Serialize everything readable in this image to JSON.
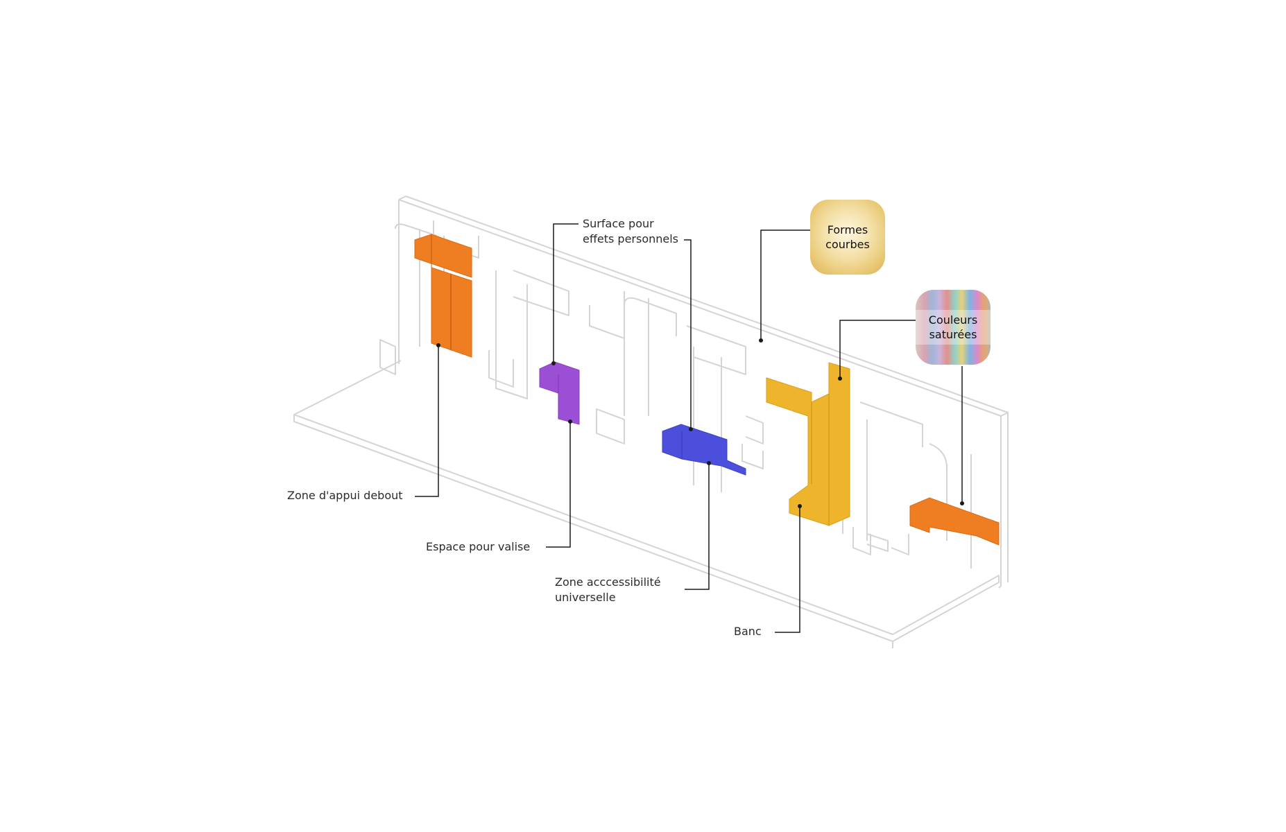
{
  "labels": {
    "zone_appui": "Zone d'appui debout",
    "espace_valise": "Espace pour valise",
    "surface_effets": [
      "Surface pour",
      "effets personnels"
    ],
    "zone_access": [
      "Zone acccessibilité",
      "universelle"
    ],
    "banc": "Banc"
  },
  "thumbnails": {
    "formes_courbes": [
      "Formes",
      "courbes"
    ],
    "couleurs_saturees": [
      "Couleurs",
      "saturées"
    ]
  },
  "colors": {
    "orange": "#ef7d22",
    "purple": "#9b4fd4",
    "blue": "#4b4fdc",
    "yellow": "#eeb52c",
    "outline": "#d4d4d4",
    "leader": "#1a1a1a"
  }
}
